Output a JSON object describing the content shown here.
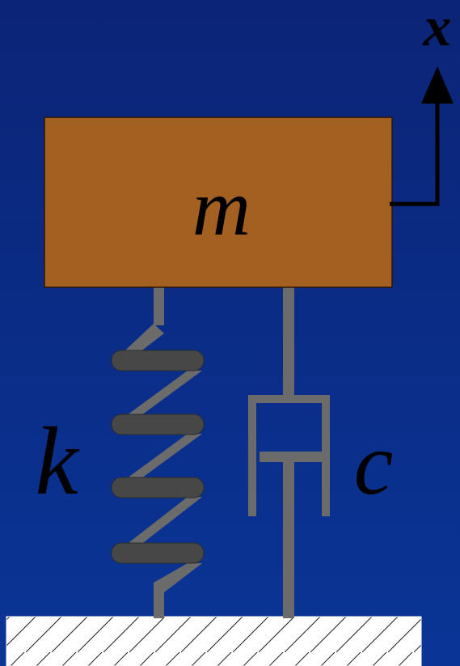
{
  "labels": {
    "mass": "m",
    "spring": "k",
    "damper": "c",
    "displacement": "x"
  },
  "colors": {
    "background_top": "#0b2477",
    "background_bottom": "#0a3596",
    "mass_fill": "#a36021",
    "mass_stroke": "#2b1606",
    "rod": "#6b6b6b",
    "coil_band": "#474747",
    "coil_band_edge": "#2c2c2c",
    "ground_fill": "#ffffff",
    "hatch": "#222222",
    "arrow": "#000000",
    "text": "#000000"
  },
  "icons": {
    "arrow": "arrow-up-icon"
  }
}
